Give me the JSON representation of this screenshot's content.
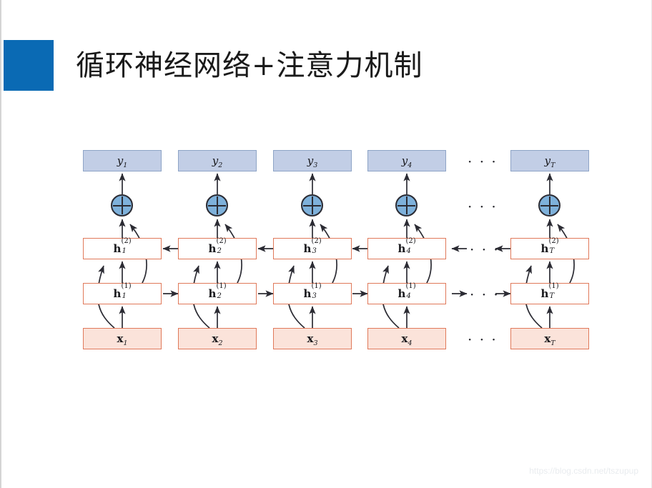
{
  "slide": {
    "background": "#ffffff",
    "accent_color": "#0a6ab4",
    "title": "循环神经网络+注意力机制"
  },
  "diagram": {
    "type": "neural-network-architecture",
    "description": "Bidirectional 2-layer recurrent neural network with attention / skip connections",
    "colors": {
      "output_fill": "#c2cee6",
      "output_border": "#8ea4c6",
      "hidden_fill": "#ffffff",
      "hidden_border": "#e0795a",
      "input_fill": "#fbe3da",
      "input_border": "#e0795a",
      "sum_fill": "#7eb1db",
      "sum_border": "#2b2b33",
      "arrow": "#2b2b33"
    },
    "rows": [
      {
        "name": "output",
        "labels": [
          "y1",
          "y2",
          "y3",
          "y4",
          "yT"
        ],
        "base": "y",
        "subscripts": [
          "1",
          "2",
          "3",
          "4",
          "T"
        ]
      },
      {
        "name": "sum",
        "symbol": "plus-circle-icon",
        "count": 5
      },
      {
        "name": "hidden-layer-2",
        "base": "h",
        "superscript": "(2)",
        "subscripts": [
          "1",
          "2",
          "3",
          "4",
          "T"
        ],
        "direction": "backward"
      },
      {
        "name": "hidden-layer-1",
        "base": "h",
        "superscript": "(1)",
        "subscripts": [
          "1",
          "2",
          "3",
          "4",
          "T"
        ],
        "direction": "forward"
      },
      {
        "name": "input",
        "base": "x",
        "subscripts": [
          "1",
          "2",
          "3",
          "4",
          "T"
        ]
      }
    ],
    "ellipsis": "· · ·",
    "ellipsis_rows": [
      "output",
      "sum",
      "hidden-layer-2",
      "hidden-layer-1",
      "input"
    ]
  },
  "watermark": {
    "text": "https://blog.csdn.net/tszupup"
  }
}
